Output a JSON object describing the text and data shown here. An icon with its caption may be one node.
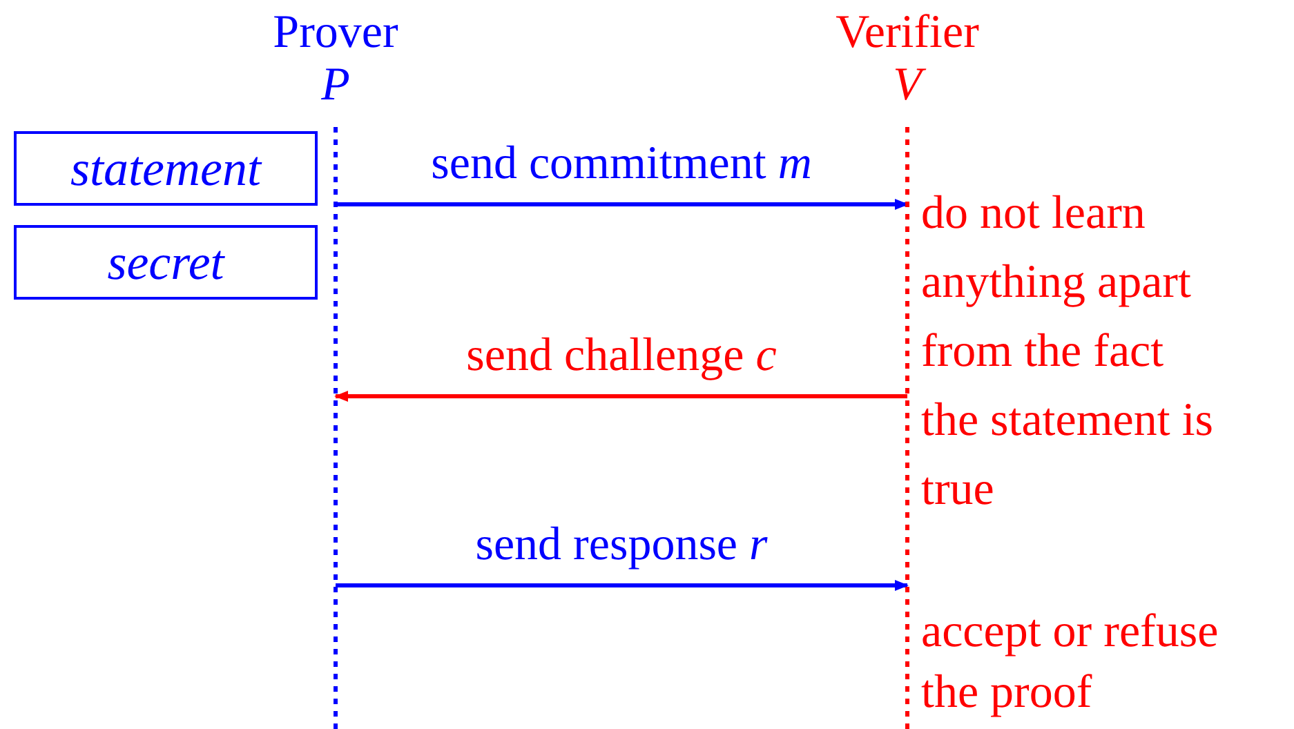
{
  "diagram": {
    "nodes": [
      {
        "text": [
          "Prover",
          "*P*"
        ]
      },
      {
        "text": [
          "Verifier",
          "*V*"
        ]
      },
      {
        "text": [
          "statement"
        ]
      },
      {
        "text": [
          "secret"
        ]
      }
    ],
    "edges": [
      {
        "from": 0,
        "to": 1,
        "arrow": "to",
        "label": "send commitment *m*"
      },
      {
        "from": 1,
        "to": 0,
        "arrow": "to",
        "label": "send challenge *c*",
        "color": "#ff0000"
      },
      {
        "from": 0,
        "to": 1,
        "arrow": "to",
        "label": "send response *r*"
      }
    ],
    "labels": [
      "do not learn anything apart from the fact the statement is true",
      "accept or refuse the proof"
    ]
  }
}
